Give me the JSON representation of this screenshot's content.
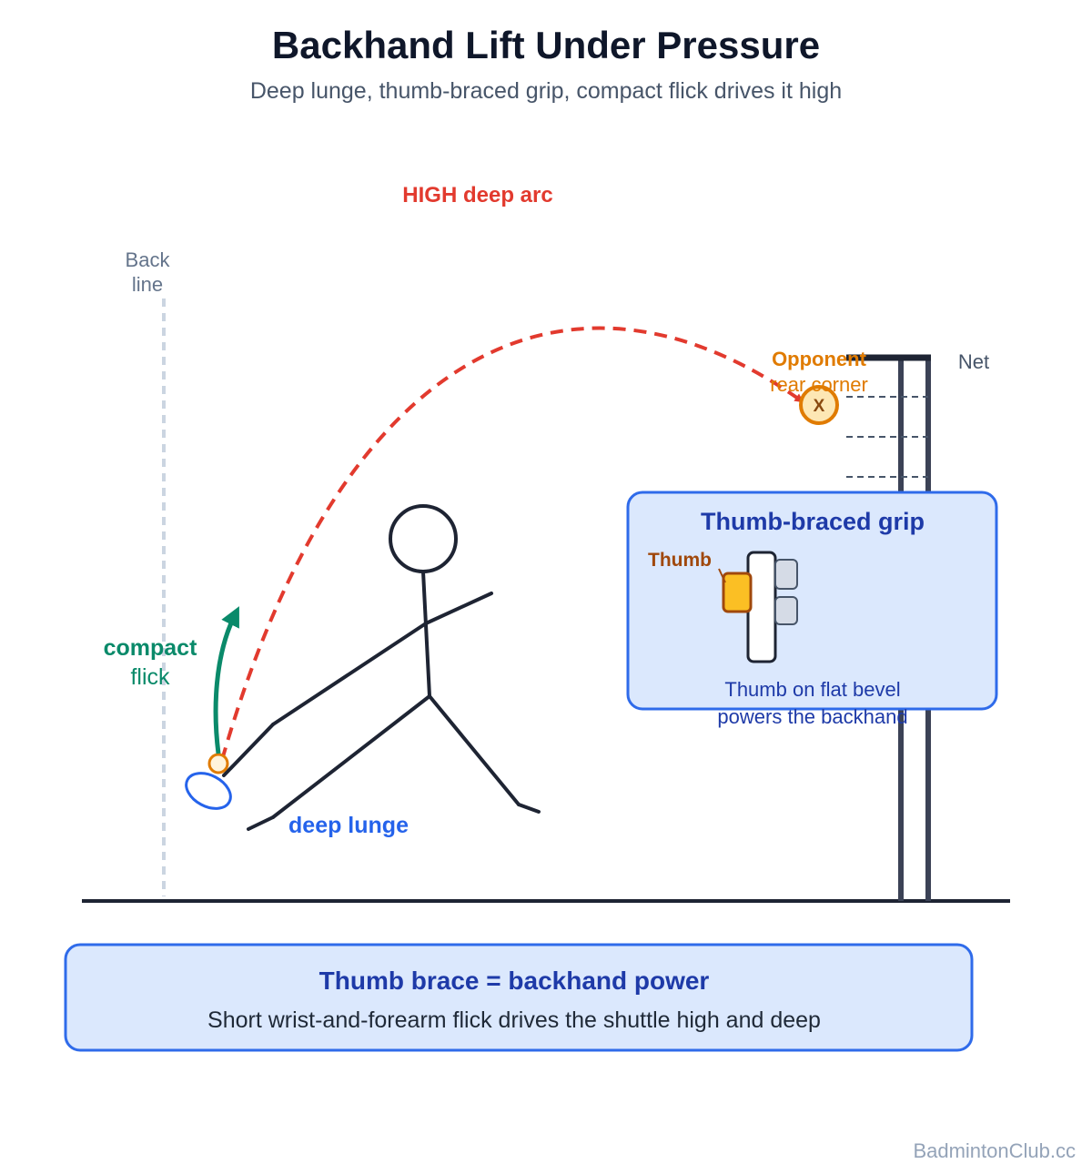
{
  "title": "Backhand Lift Under Pressure",
  "subtitle": "Deep lunge, thumb-braced grip, compact flick drives it high",
  "labels": {
    "arc": "HIGH deep arc",
    "back_line_1": "Back",
    "back_line_2": "line",
    "net": "Net",
    "opponent_1": "Opponent",
    "opponent_2": "rear corner",
    "target_mark": "X",
    "flick_1": "compact",
    "flick_2": "flick",
    "lunge": "deep lunge"
  },
  "grip_panel": {
    "title": "Thumb-braced grip",
    "thumb_label": "Thumb",
    "caption_1": "Thumb on flat bevel",
    "caption_2": "powers the backhand"
  },
  "summary": {
    "title": "Thumb brace = backhand power",
    "text": "Short wrist-and-forearm flick drives the shuttle high and deep"
  },
  "watermark": "BadmintonClub.cc",
  "colors": {
    "title": "#0f172a",
    "subtitle": "#475569",
    "arc": "#e23a2e",
    "flick": "#0a8a6a",
    "lunge": "#2563eb",
    "opponent": "#e07b00",
    "panel_fill": "#dbe8fd",
    "panel_stroke": "#2f6bea",
    "panel_title": "#1e3aa8",
    "figure": "#1e2433",
    "net": "#3b4256",
    "muted": "#94a3b8",
    "thumb": "#fbbf24",
    "thumb_text": "#a0480c"
  },
  "icons": [
    "player-figure",
    "racket-head",
    "shuttle",
    "grip-handle",
    "thumb-pad",
    "finger-pad",
    "target-x"
  ]
}
